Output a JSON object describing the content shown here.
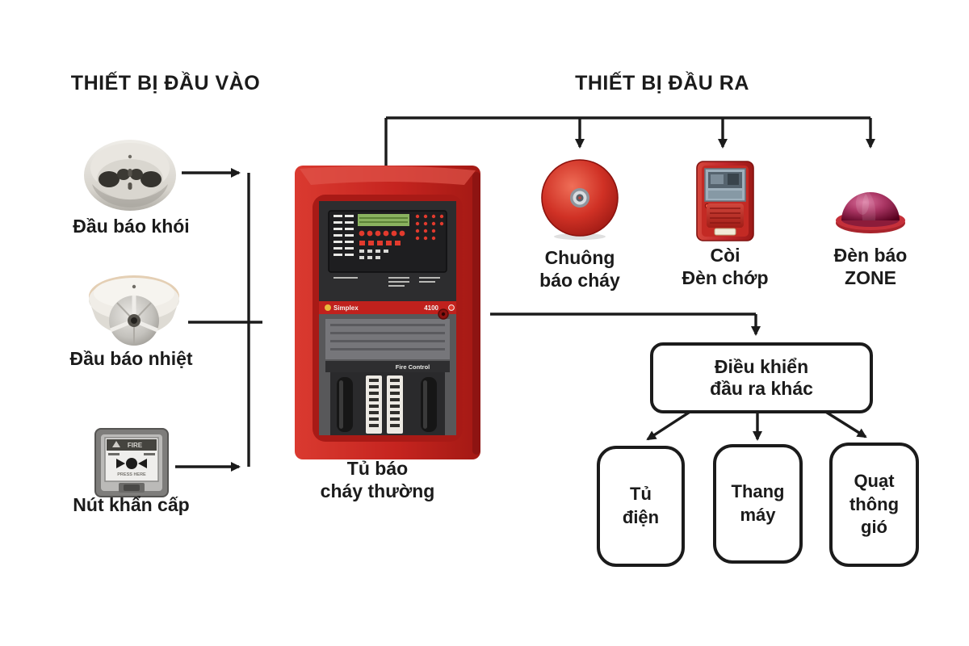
{
  "titles": {
    "inputs": "THIẾT BỊ ĐẦU VÀO",
    "outputs": "THIẾT BỊ ĐẦU RA"
  },
  "input_devices": {
    "smoke": {
      "label": "Đầu báo khói"
    },
    "heat": {
      "label": "Đầu báo nhiệt"
    },
    "emergency": {
      "label": "Nút khẩn cấp",
      "device_text": "FIRE",
      "press_text": "PRESS HERE"
    }
  },
  "panel": {
    "label_line1": "Tủ báo",
    "label_line2": "cháy thường",
    "brand": "Simplex",
    "model": "4100",
    "band_text": "Fire Control"
  },
  "output_devices": {
    "bell": {
      "label_line1": "Chuông",
      "label_line2": "báo cháy"
    },
    "horn_strobe": {
      "label_line1": "Còi",
      "label_line2": "Đèn chớp"
    },
    "zone_lamp": {
      "label_line1": "Đèn báo",
      "label_line2": "ZONE"
    }
  },
  "other_outputs": {
    "control_line1": "Điều khiển",
    "control_line2": "đầu ra khác",
    "boxes": [
      {
        "lines": [
          "Tủ",
          "điện"
        ]
      },
      {
        "lines": [
          "Thang",
          "máy"
        ]
      },
      {
        "lines": [
          "Quạt",
          "thông",
          "gió"
        ]
      }
    ]
  },
  "colors": {
    "line": "#1b1b1b",
    "panel_red": "#c5241f",
    "bell_red": "#d03125",
    "dome_red": "#8c1c3a",
    "background": "#ffffff"
  }
}
